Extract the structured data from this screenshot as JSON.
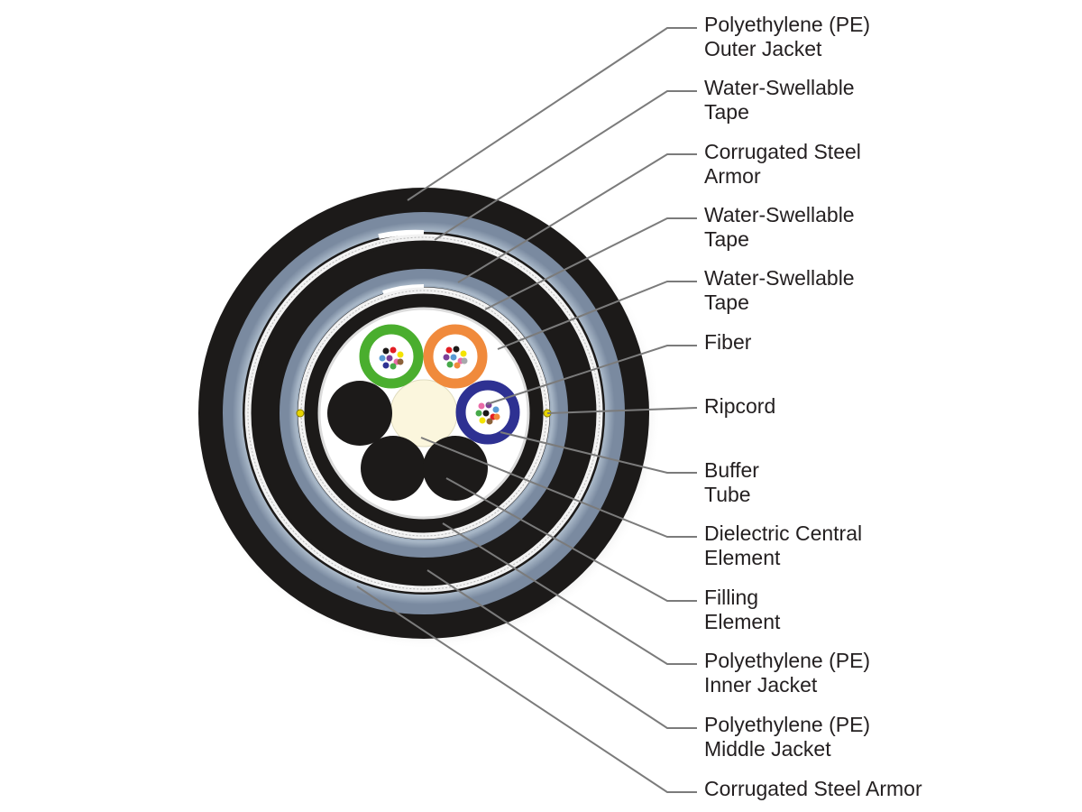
{
  "callouts": [
    {
      "id": "outer-jacket",
      "lines": [
        "Polyethylene (PE)",
        "Outer Jacket"
      ]
    },
    {
      "id": "water-swellable-tape-1",
      "lines": [
        "Water-Swellable",
        "Tape"
      ]
    },
    {
      "id": "corrugated-steel-armor-1",
      "lines": [
        "Corrugated Steel",
        "Armor"
      ]
    },
    {
      "id": "water-swellable-tape-2",
      "lines": [
        "Water-Swellable",
        "Tape"
      ]
    },
    {
      "id": "water-swellable-tape-3",
      "lines": [
        "Water-Swellable",
        "Tape"
      ]
    },
    {
      "id": "fiber",
      "lines": [
        "Fiber"
      ]
    },
    {
      "id": "ripcord",
      "lines": [
        "Ripcord"
      ]
    },
    {
      "id": "buffer-tube",
      "lines": [
        "Buffer",
        "Tube"
      ]
    },
    {
      "id": "dielectric-central-element",
      "lines": [
        "Dielectric Central",
        "Element"
      ]
    },
    {
      "id": "filling-element",
      "lines": [
        "Filling",
        "Element"
      ]
    },
    {
      "id": "inner-jacket",
      "lines": [
        "Polyethylene (PE)",
        "Inner Jacket"
      ]
    },
    {
      "id": "middle-jacket",
      "lines": [
        "Polyethylene (PE)",
        "Middle Jacket"
      ]
    },
    {
      "id": "corrugated-steel-armor-2",
      "lines": [
        "Corrugated Steel Armor"
      ]
    }
  ],
  "colors": {
    "jacket": "#1c1a19",
    "tape": "#8fa0b4",
    "armor": "#f2f2f2",
    "buffer_tube_green": "#4aae2e",
    "buffer_tube_orange": "#f08a3c",
    "buffer_tube_blue": "#2e3192",
    "central_element": "#fbf6dd",
    "ripcord": "#e7d400",
    "leader_line": "#7b7b7b",
    "text": "#231f20"
  }
}
